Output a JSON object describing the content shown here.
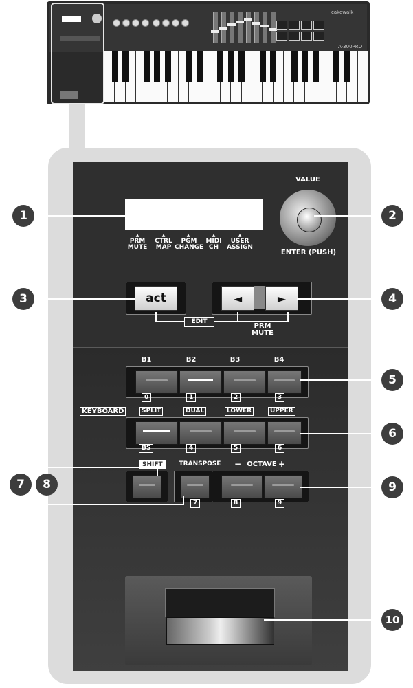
{
  "keyboard_illustration": {
    "brand": "cakewalk",
    "model": "A-300PRO"
  },
  "display": {
    "labels": [
      {
        "top": "PRM",
        "bottom": "MUTE"
      },
      {
        "top": "CTRL",
        "bottom": "MAP"
      },
      {
        "top": "PGM",
        "bottom": "CHANGE"
      },
      {
        "top": "MIDI",
        "bottom": "CH"
      },
      {
        "top": "USER",
        "bottom": "ASSIGN"
      }
    ]
  },
  "value_dial": {
    "label_top": "VALUE",
    "label_bottom": "ENTER (PUSH)"
  },
  "act_button": {
    "label": "act"
  },
  "prm_arrows": {
    "left": "◄",
    "right": "►"
  },
  "edit_label": "EDIT",
  "prm_mute_label": {
    "top": "PRM",
    "bottom": "MUTE"
  },
  "b_buttons": {
    "labels": [
      "B1",
      "B2",
      "B3",
      "B4"
    ],
    "numbers": [
      "0",
      "1",
      "2",
      "3"
    ]
  },
  "keyboard_row": {
    "section_label": "KEYBOARD",
    "labels": [
      "SPLIT",
      "DUAL",
      "LOWER",
      "UPPER"
    ],
    "numbers": [
      "BS",
      "4",
      "5",
      "6"
    ]
  },
  "shift": {
    "label": "SHIFT"
  },
  "transpose": {
    "label": "TRANSPOSE",
    "number": "7"
  },
  "octave": {
    "minus": "−",
    "label": "OCTAVE",
    "plus": "+",
    "numbers": [
      "8",
      "9"
    ]
  },
  "callouts": [
    "1",
    "2",
    "3",
    "4",
    "5",
    "6",
    "7",
    "8",
    "9",
    "10"
  ]
}
